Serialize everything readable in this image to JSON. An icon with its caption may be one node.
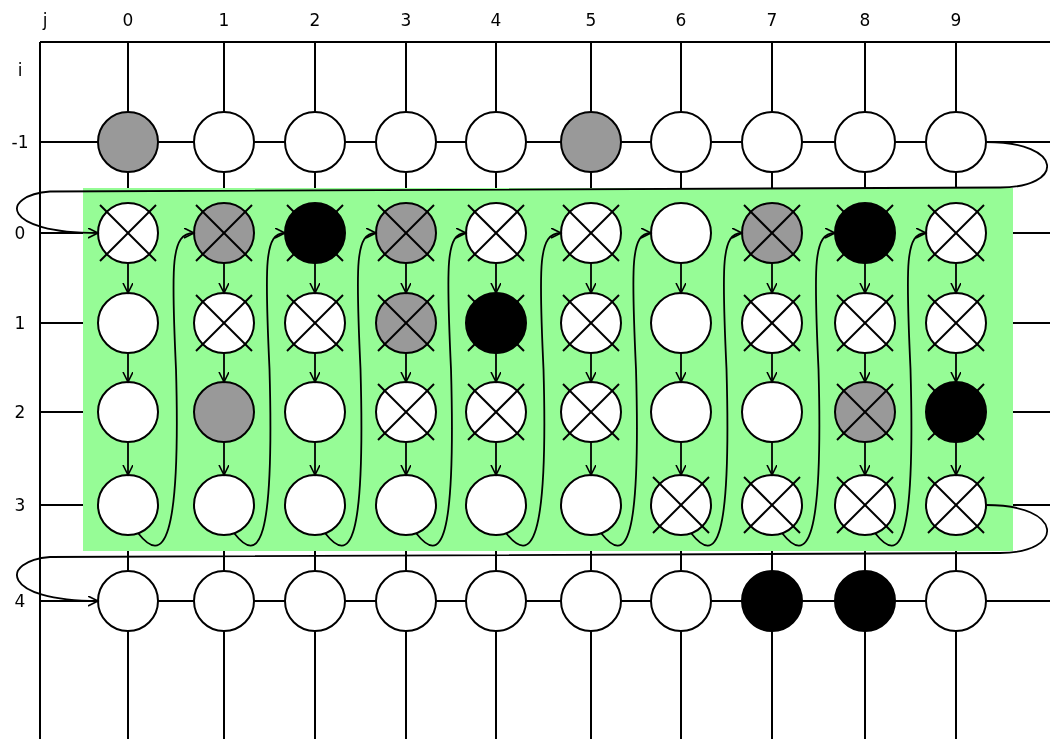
{
  "diagram": {
    "nodes": [
      {
        "text": [],
        "shape": "box"
      },
      {
        "text": [],
        "shape": "circle"
      },
      {
        "text": [],
        "shape": "circle"
      },
      {
        "text": [],
        "shape": "circle"
      },
      {
        "text": [],
        "shape": "circle"
      },
      {
        "text": [],
        "shape": "circle"
      },
      {
        "text": [],
        "shape": "circle"
      },
      {
        "text": [],
        "shape": "circle"
      },
      {
        "text": [],
        "shape": "circle"
      },
      {
        "text": [],
        "shape": "circle"
      },
      {
        "text": [],
        "shape": "circle"
      },
      {
        "text": [],
        "shape": "circle",
        "in": 0
      },
      {
        "text": [],
        "shape": "circle",
        "in": 0
      },
      {
        "text": [],
        "shape": "circle",
        "in": 0
      },
      {
        "text": [],
        "shape": "circle",
        "in": 0
      },
      {
        "text": [],
        "shape": "circle",
        "in": 0
      },
      {
        "text": [],
        "shape": "circle",
        "in": 0
      },
      {
        "text": [],
        "shape": "circle",
        "in": 0
      },
      {
        "text": [],
        "shape": "circle",
        "in": 0
      },
      {
        "text": [],
        "shape": "circle",
        "in": 0
      },
      {
        "text": [],
        "shape": "circle",
        "in": 0
      },
      {
        "text": [],
        "shape": "circle",
        "in": 0
      },
      {
        "text": [],
        "shape": "circle",
        "in": 0
      },
      {
        "text": [],
        "shape": "circle",
        "in": 0
      },
      {
        "text": [],
        "shape": "circle",
        "in": 0
      },
      {
        "text": [],
        "shape": "circle",
        "in": 0
      },
      {
        "text": [],
        "shape": "circle",
        "in": 0
      },
      {
        "text": [],
        "shape": "circle",
        "in": 0
      },
      {
        "text": [],
        "shape": "circle",
        "in": 0
      },
      {
        "text": [],
        "shape": "circle",
        "in": 0
      },
      {
        "text": [],
        "shape": "circle",
        "in": 0
      },
      {
        "text": [],
        "shape": "circle",
        "in": 0
      },
      {
        "text": [],
        "shape": "circle",
        "in": 0
      },
      {
        "text": [],
        "shape": "circle",
        "in": 0
      },
      {
        "text": [],
        "shape": "circle",
        "in": 0
      },
      {
        "text": [],
        "shape": "circle",
        "in": 0
      },
      {
        "text": [],
        "shape": "circle",
        "in": 0
      },
      {
        "text": [],
        "shape": "circle",
        "in": 0
      },
      {
        "text": [],
        "shape": "circle",
        "in": 0
      },
      {
        "text": [],
        "shape": "circle",
        "in": 0
      },
      {
        "text": [],
        "shape": "circle",
        "in": 0
      },
      {
        "text": [],
        "shape": "circle",
        "in": 0
      },
      {
        "text": [],
        "shape": "circle",
        "in": 0
      },
      {
        "text": [],
        "shape": "circle",
        "in": 0
      },
      {
        "text": [],
        "shape": "circle",
        "in": 0
      },
      {
        "text": [],
        "shape": "circle",
        "in": 0
      },
      {
        "text": [],
        "shape": "circle",
        "in": 0
      },
      {
        "text": [],
        "shape": "circle",
        "in": 0
      },
      {
        "text": [],
        "shape": "circle",
        "in": 0
      },
      {
        "text": [],
        "shape": "circle",
        "in": 0
      },
      {
        "text": [],
        "shape": "circle",
        "in": 0
      },
      {
        "text": [],
        "shape": "circle"
      },
      {
        "text": [],
        "shape": "circle"
      },
      {
        "text": [],
        "shape": "circle"
      },
      {
        "text": [],
        "shape": "circle"
      },
      {
        "text": [],
        "shape": "circle"
      },
      {
        "text": [],
        "shape": "circle"
      },
      {
        "text": [],
        "shape": "circle"
      },
      {
        "text": [],
        "shape": "circle"
      },
      {
        "text": [],
        "shape": "circle"
      },
      {
        "text": [],
        "shape": "circle"
      }
    ],
    "edges": [
      {
        "from": 10,
        "to": 11,
        "arrow": "to"
      },
      {
        "from": 11,
        "to": 21,
        "arrow": "to"
      },
      {
        "from": 21,
        "to": 31,
        "arrow": "to"
      },
      {
        "from": 31,
        "to": 41,
        "arrow": "to"
      },
      {
        "from": 41,
        "to": 12,
        "arrow": "to"
      },
      {
        "from": 12,
        "to": 22,
        "arrow": "to"
      },
      {
        "from": 22,
        "to": 32,
        "arrow": "to"
      },
      {
        "from": 32,
        "to": 42,
        "arrow": "to"
      },
      {
        "from": 42,
        "to": 13,
        "arrow": "to"
      },
      {
        "from": 13,
        "to": 23,
        "arrow": "to"
      },
      {
        "from": 23,
        "to": 33,
        "arrow": "to"
      },
      {
        "from": 33,
        "to": 43,
        "arrow": "to"
      },
      {
        "from": 43,
        "to": 14,
        "arrow": "to"
      },
      {
        "from": 14,
        "to": 24,
        "arrow": "to"
      },
      {
        "from": 24,
        "to": 34,
        "arrow": "to"
      },
      {
        "from": 34,
        "to": 44,
        "arrow": "to"
      },
      {
        "from": 44,
        "to": 15,
        "arrow": "to"
      },
      {
        "from": 15,
        "to": 25,
        "arrow": "to"
      },
      {
        "from": 25,
        "to": 35,
        "arrow": "to"
      },
      {
        "from": 35,
        "to": 45,
        "arrow": "to"
      },
      {
        "from": 45,
        "to": 16,
        "arrow": "to"
      },
      {
        "from": 16,
        "to": 26,
        "arrow": "to"
      },
      {
        "from": 26,
        "to": 36,
        "arrow": "to"
      },
      {
        "from": 36,
        "to": 46,
        "arrow": "to"
      },
      {
        "from": 46,
        "to": 17,
        "arrow": "to"
      },
      {
        "from": 17,
        "to": 27,
        "arrow": "to"
      },
      {
        "from": 27,
        "to": 37,
        "arrow": "to"
      },
      {
        "from": 37,
        "to": 47,
        "arrow": "to"
      },
      {
        "from": 47,
        "to": 18,
        "arrow": "to"
      },
      {
        "from": 18,
        "to": 28,
        "arrow": "to"
      },
      {
        "from": 28,
        "to": 38,
        "arrow": "to"
      },
      {
        "from": 38,
        "to": 48,
        "arrow": "to"
      },
      {
        "from": 48,
        "to": 19,
        "arrow": "to"
      },
      {
        "from": 19,
        "to": 29,
        "arrow": "to"
      },
      {
        "from": 29,
        "to": 39,
        "arrow": "to"
      },
      {
        "from": 39,
        "to": 49,
        "arrow": "to"
      },
      {
        "from": 49,
        "to": 20,
        "arrow": "to"
      },
      {
        "from": 20,
        "to": 30,
        "arrow": "to"
      },
      {
        "from": 30,
        "to": 40,
        "arrow": "to"
      },
      {
        "from": 40,
        "to": 50,
        "arrow": "to"
      },
      {
        "from": 50,
        "to": 51,
        "arrow": "to"
      }
    ],
    "labels": [
      "j",
      "0",
      "1",
      "2",
      "3",
      "4",
      "5",
      "6",
      "7",
      "8",
      "9",
      "i",
      "-1",
      "0",
      "1",
      "2",
      "3",
      "4"
    ]
  }
}
